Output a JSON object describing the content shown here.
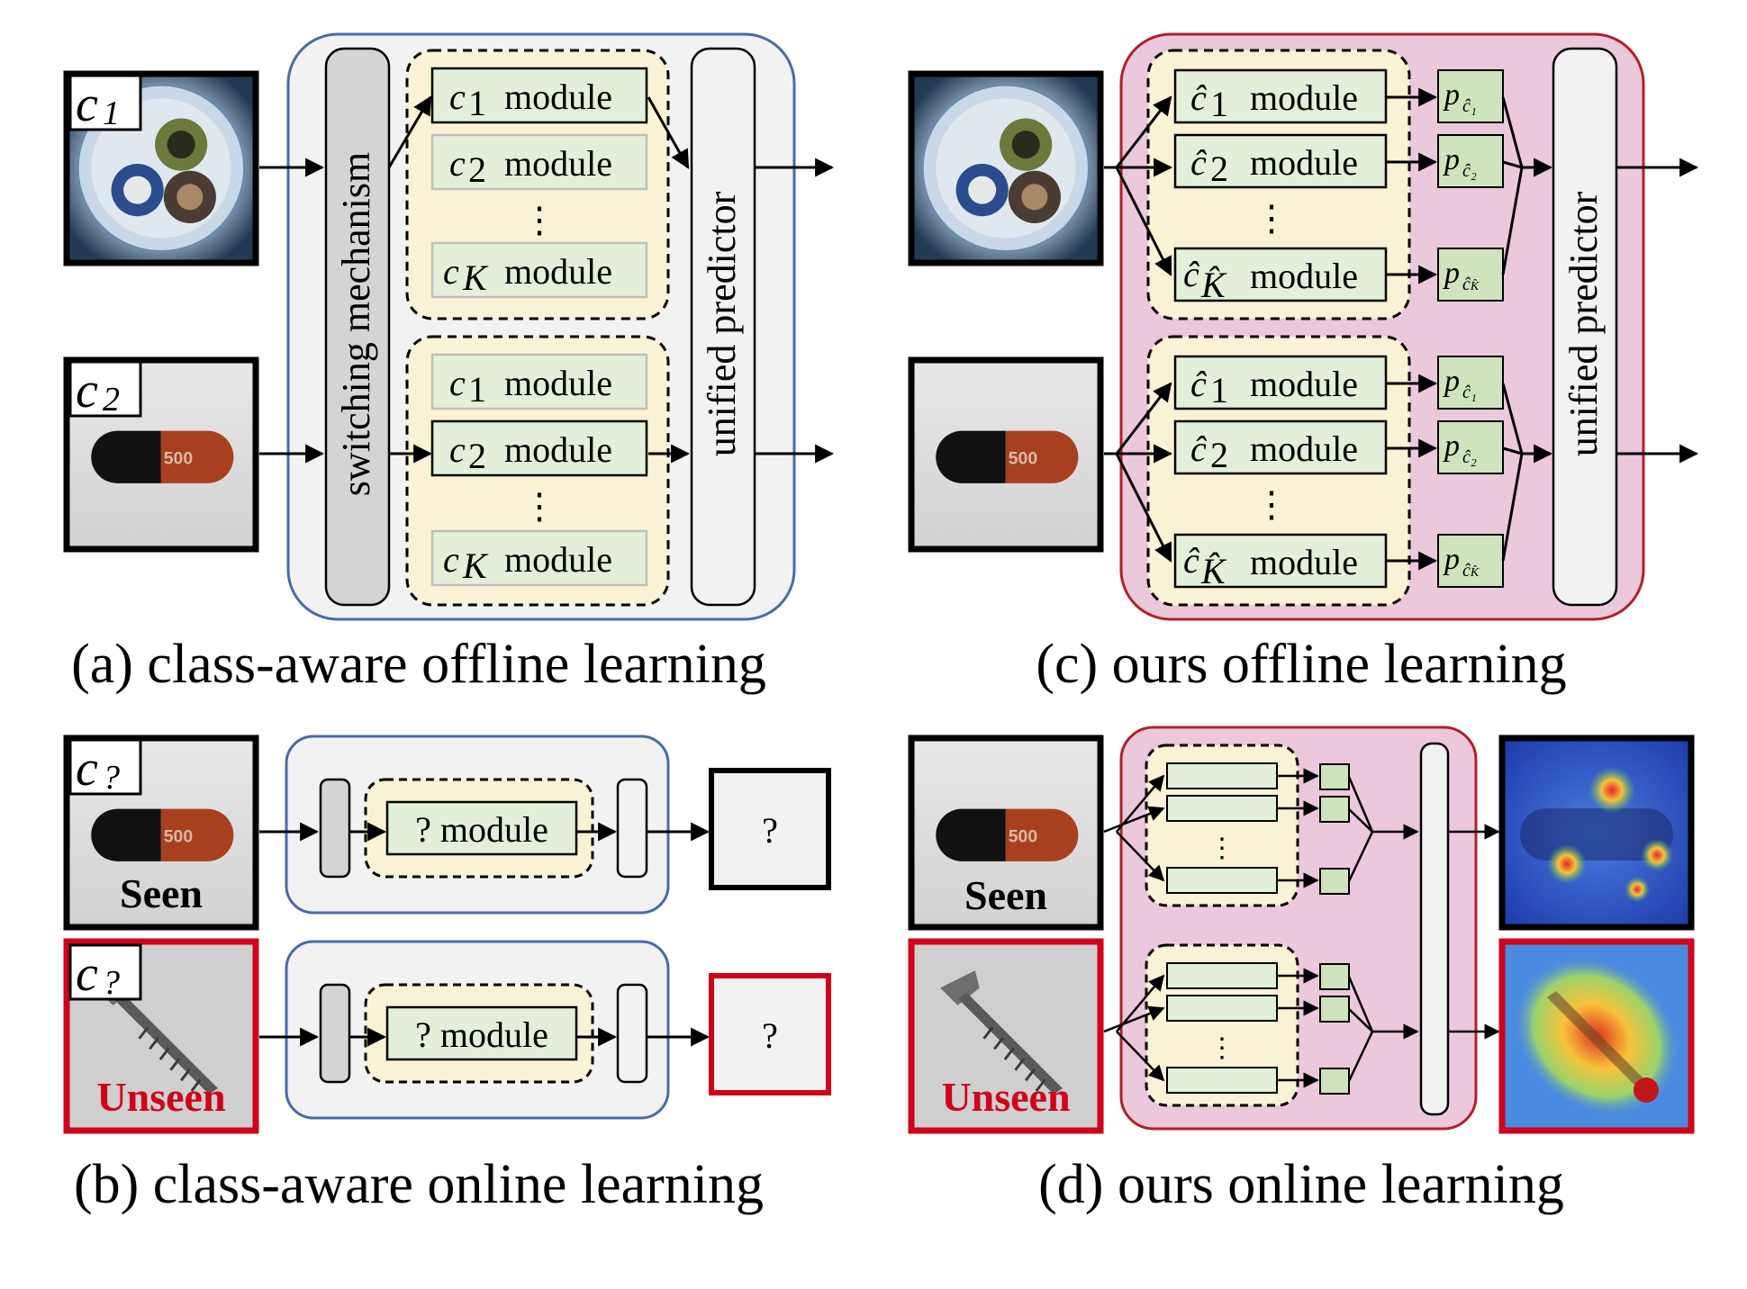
{
  "panels": {
    "a": {
      "caption": "(a) class-aware offline learning",
      "switching": "switching mechanism",
      "predictor": "unified predictor",
      "tags": [
        "c1",
        "c2"
      ],
      "modules_top": [
        "c1  module",
        "c2  module",
        "cK module"
      ],
      "modules_bottom": [
        "c1  module",
        "c2  module",
        "cK module"
      ],
      "dots": "⋮"
    },
    "b": {
      "caption": "(b) class-aware online learning",
      "module": "? module",
      "output": "?",
      "tag": "c?",
      "seen": "Seen",
      "unseen": "Unseen"
    },
    "c": {
      "caption": "(c) ours offline learning",
      "predictor": "unified predictor",
      "modules": [
        "ĉ1 module",
        "ĉ2 module",
        "ĉK̂ module"
      ],
      "probs": [
        "pĉ1",
        "pĉ2",
        "pĉK̂"
      ]
    },
    "d": {
      "caption": "(d) ours online learning",
      "seen": "Seen",
      "unseen": "Unseen"
    }
  },
  "colors": {
    "blue_panel_fill": "#f2f2f2",
    "blue_panel_stroke": "#4a6aa8",
    "pink_panel_fill": "#ecc8dc",
    "pink_panel_stroke": "#b0202a",
    "yellow_group": "#faf2d4",
    "module_fill": "#e2f0d9",
    "prob_fill": "#cfe3bc",
    "unseen_red": "#d0021b"
  }
}
